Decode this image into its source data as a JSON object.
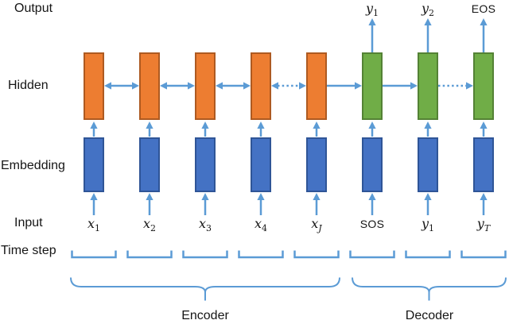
{
  "diagram": {
    "type": "sequence-to-sequence encoder-decoder network",
    "row_labels": {
      "output": "Output",
      "hidden": "Hidden",
      "embedding": "Embedding",
      "input": "Input",
      "time_step": "Time step"
    },
    "group_labels": {
      "encoder": "Encoder",
      "decoder": "Decoder"
    },
    "columns": [
      {
        "id": 1,
        "group": "encoder",
        "input": {
          "base": "x",
          "sub": "1"
        }
      },
      {
        "id": 2,
        "group": "encoder",
        "input": {
          "base": "x",
          "sub": "2"
        }
      },
      {
        "id": 3,
        "group": "encoder",
        "input": {
          "base": "x",
          "sub": "3"
        }
      },
      {
        "id": 4,
        "group": "encoder",
        "input": {
          "base": "x",
          "sub": "4"
        }
      },
      {
        "id": 5,
        "group": "encoder",
        "input": {
          "base": "x",
          "sub": "J"
        }
      },
      {
        "id": 6,
        "group": "decoder",
        "input": {
          "text": "SOS"
        },
        "output": {
          "base": "y",
          "sub": "1"
        }
      },
      {
        "id": 7,
        "group": "decoder",
        "input": {
          "base": "y",
          "sub": "1"
        },
        "output": {
          "base": "y",
          "sub": "2"
        }
      },
      {
        "id": 8,
        "group": "decoder",
        "input": {
          "base": "y",
          "sub": "T"
        },
        "output": {
          "text": "EOS"
        }
      }
    ],
    "hidden_connections": [
      {
        "from": 1,
        "to": 2,
        "arrow": "bidirectional",
        "style": "solid"
      },
      {
        "from": 2,
        "to": 3,
        "arrow": "bidirectional",
        "style": "solid"
      },
      {
        "from": 3,
        "to": 4,
        "arrow": "bidirectional",
        "style": "solid"
      },
      {
        "from": 4,
        "to": 5,
        "arrow": "bidirectional",
        "style": "dotted"
      },
      {
        "from": 5,
        "to": 6,
        "arrow": "forward",
        "style": "solid"
      },
      {
        "from": 6,
        "to": 7,
        "arrow": "forward",
        "style": "solid"
      },
      {
        "from": 7,
        "to": 8,
        "arrow": "forward",
        "style": "dotted"
      }
    ],
    "colors": {
      "arrow": "#5B9BD5",
      "encoder_hidden_fill": "#ED7D31",
      "encoder_hidden_border": "#AE5A21",
      "decoder_hidden_fill": "#70AD47",
      "decoder_hidden_border": "#548235",
      "embedding_fill": "#4472C4",
      "embedding_border": "#2F5597",
      "text": "#161616"
    }
  }
}
